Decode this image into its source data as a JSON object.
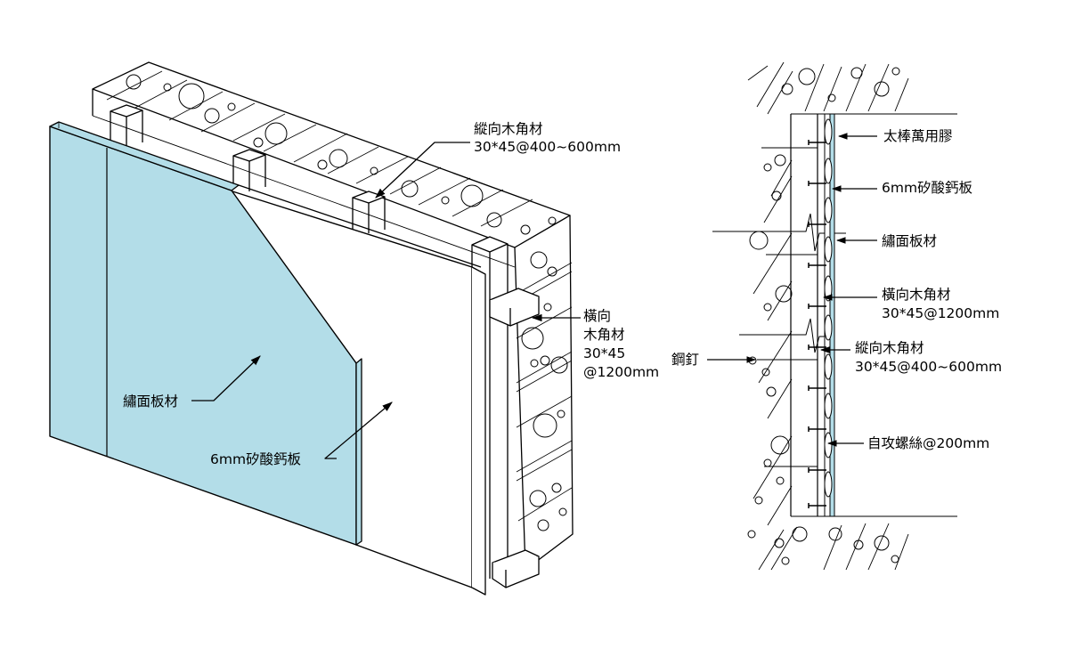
{
  "colors": {
    "veneer_panel": "#b3dde8",
    "line": "#000000",
    "background": "#ffffff"
  },
  "iso_view": {
    "label_vertical_stud_name": "縱向木角材",
    "label_vertical_stud_spec": "30*45@400~600mm",
    "label_horizontal_batten_1": "橫向",
    "label_horizontal_batten_2": "木角材",
    "label_horizontal_batten_3": "30*45",
    "label_horizontal_batten_4": "@1200mm",
    "label_veneer": "繡面板材",
    "label_calcium_board": "6mm矽酸鈣板"
  },
  "section_view": {
    "label_adhesive": "太棒萬用膠",
    "label_calcium_board": "6mm矽酸鈣板",
    "label_veneer": "繡面板材",
    "label_horizontal_batten_name": "橫向木角材",
    "label_horizontal_batten_spec": "30*45@1200mm",
    "label_vertical_stud_name": "縱向木角材",
    "label_vertical_stud_spec": "30*45@400~600mm",
    "label_steel_nail": "鋼釘",
    "label_screw": "自攻螺絲@200mm"
  }
}
